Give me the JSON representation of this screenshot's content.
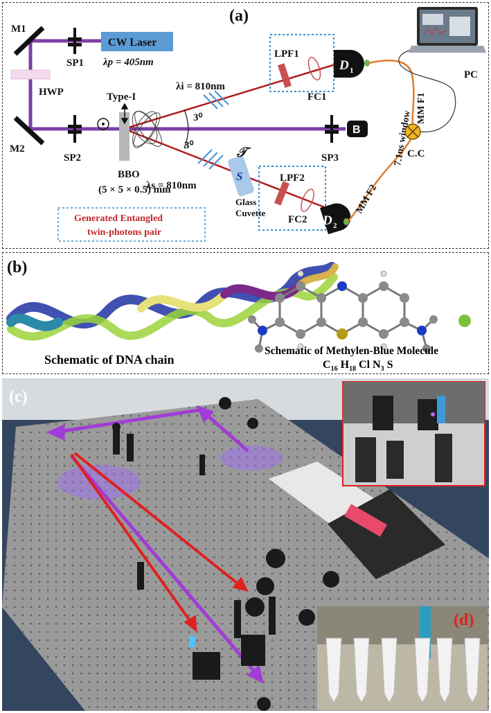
{
  "panel_a": {
    "label": "(a)",
    "mirrors": {
      "m1": "M1",
      "m2": "M2"
    },
    "hwp": "HWP",
    "shutters": {
      "sp1": "SP1",
      "sp2": "SP2",
      "sp3": "SP3"
    },
    "laser": "CW Laser",
    "pump_wavelength": "λp = 405nm",
    "crystal_type": "Type-I",
    "crystal_name": "BBO",
    "crystal_size": "(5 × 5 × 0.5) mm",
    "idler_wavelength": "λi = 810nm",
    "signal_wavelength": "λs = 810nm",
    "angle_top": "3⁰",
    "angle_bottom": "3⁰",
    "filters": {
      "lpf1": "LPF1",
      "lpf2": "LPF2",
      "fc1": "FC1",
      "fc2": "FC2"
    },
    "detectors": {
      "d1": "D",
      "d1_sub": "1",
      "d2": "D",
      "d2_sub": "2"
    },
    "beam_block": "B",
    "sample_symbol": "𝒯",
    "sample_letter": "S",
    "cuvette": [
      "Glass",
      "Cuvette"
    ],
    "fibers": {
      "f1": "MM F1",
      "f2": "MM F2"
    },
    "window": "7.1ns window",
    "coincidence": "C.C",
    "pc": "PC",
    "entangled_box": [
      "Generated Entangled",
      "twin-photons pair"
    ],
    "colors": {
      "pump": "#7b3fa6",
      "photon": "#b31b1b",
      "laser_box": "#5b9bd5",
      "fiber": "#e07b28",
      "coincidence": "#f0b323",
      "box_border": "#3a8fd0"
    }
  },
  "panel_b": {
    "label": "(b)",
    "dna_caption": "Schematic of DNA chain",
    "mb_caption": "Schematic of Methylen-Blue Molecule",
    "formula": [
      "C",
      "16",
      " H",
      "18",
      " Cl N",
      "3",
      " S"
    ]
  },
  "panel_c": {
    "label": "(c)"
  },
  "panel_d": {
    "label": "(d)"
  }
}
